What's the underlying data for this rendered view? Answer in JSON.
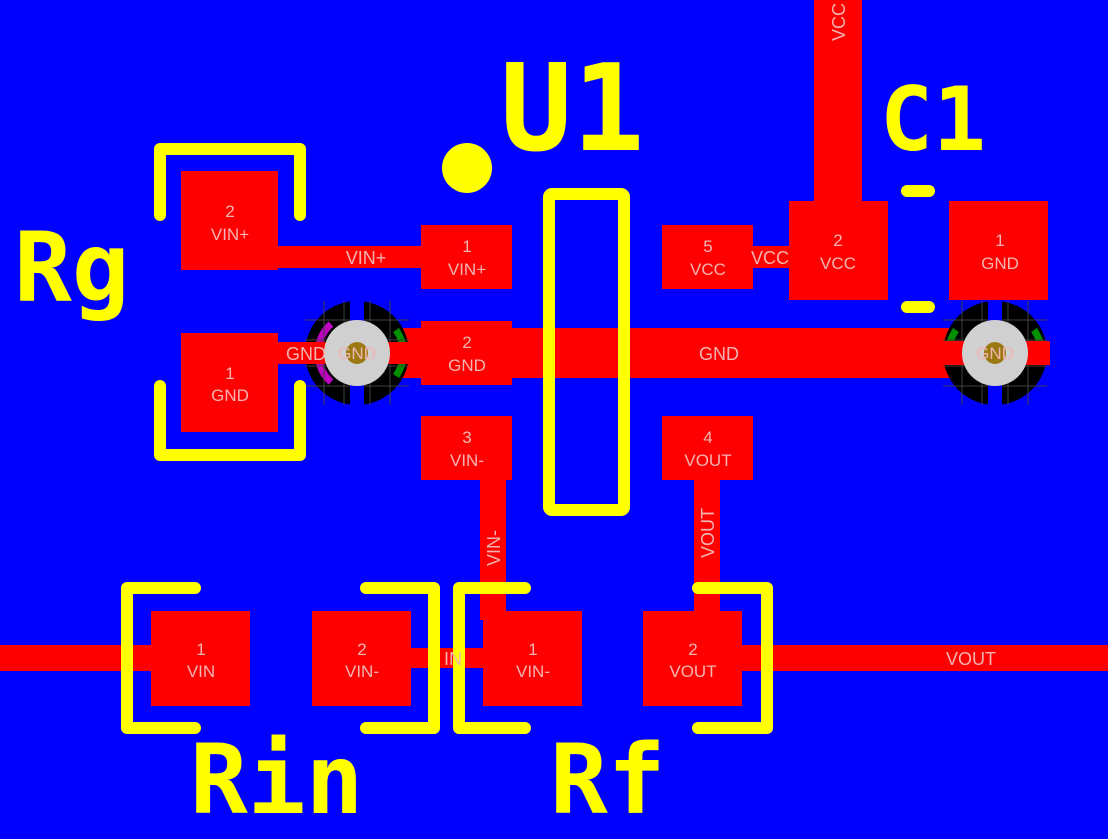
{
  "components": {
    "u1": {
      "ref": "U1"
    },
    "c1": {
      "ref": "C1"
    },
    "rg": {
      "ref": "Rg"
    },
    "rin": {
      "ref": "Rin"
    },
    "rf": {
      "ref": "Rf"
    }
  },
  "pads": {
    "rg_2": {
      "num": "2",
      "net": "VIN+"
    },
    "rg_1": {
      "num": "1",
      "net": "GND"
    },
    "u1_1": {
      "num": "1",
      "net": "VIN+"
    },
    "u1_2": {
      "num": "2",
      "net": "GND"
    },
    "u1_3": {
      "num": "3",
      "net": "VIN-"
    },
    "u1_4": {
      "num": "4",
      "net": "VOUT"
    },
    "u1_5": {
      "num": "5",
      "net": "VCC"
    },
    "c1_2": {
      "num": "2",
      "net": "VCC"
    },
    "c1_1": {
      "num": "1",
      "net": "GND"
    },
    "rin_1": {
      "num": "1",
      "net": "VIN"
    },
    "rin_2": {
      "num": "2",
      "net": "VIN-"
    },
    "rf_1": {
      "num": "1",
      "net": "VIN-"
    },
    "rf_2": {
      "num": "2",
      "net": "VOUT"
    }
  },
  "vias": {
    "left": {
      "net": "GND"
    },
    "right": {
      "net": "GND"
    }
  },
  "traces": {
    "vcc_top": "VCC",
    "vcc_short": "VCC",
    "vin_plus": "VIN+",
    "gnd_main": "GND",
    "gnd_left": "GND",
    "vin_minus": "VIN-",
    "vout_vertical": "VOUT",
    "vout_right": "VOUT",
    "vin_minus_short": "IN"
  },
  "colors": {
    "background": "#0000FF",
    "copper": "#FF0000",
    "silkscreen": "#FFFF00",
    "label": "#F2B3B3"
  }
}
